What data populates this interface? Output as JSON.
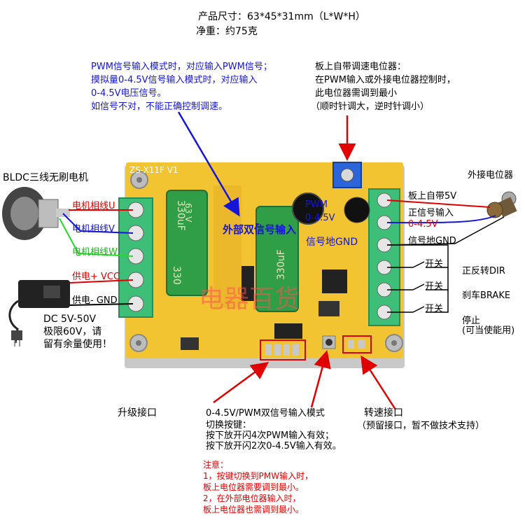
{
  "header": {
    "size_line": "产品尺寸：63*45*31mm（L*W*H）",
    "weight_line": "净重：约75克"
  },
  "pwm_note": [
    "PWM信号输入模式时，对应输入PWM信号；",
    "摸拟量0-4.5V信号输入模式时，对应输入",
    "0-4.5V电压信号。",
    "如信号不对，不能正确控制调速。"
  ],
  "pot_note": [
    "板上自带调速电位器：",
    "在PWM输入或外接电位器控制时，",
    "此电位器需调到最小",
    "（顺时针调大，逆时针调小）"
  ],
  "motor_title": "BLDC三线无刷电机",
  "ext_pot_title": "外接电位器",
  "left_terminals": [
    {
      "label": "电机相线U",
      "color": "#e00000"
    },
    {
      "label": "电机相线V",
      "color": "#1515d8"
    },
    {
      "label": "电机相线W",
      "color": "#22b422"
    },
    {
      "label": "供电+ VCC",
      "color": "#e00000"
    },
    {
      "label": "供电- GND",
      "color": "#000000"
    }
  ],
  "power_note": [
    "DC 5V-50V",
    "极限60V，请",
    "留有余量使用！"
  ],
  "right_terminals": {
    "board_5v": "板上自带5V",
    "pos_signal": "正信号输入",
    "range": "0-4.5V",
    "signal_gnd": "信号地GND",
    "switch": "开关",
    "dir": "正反转DIR",
    "brake": "刹车BRAKE",
    "stop": "停止",
    "stop_note": "(可当使能用)"
  },
  "board": {
    "model": "ZS-X11F V1",
    "cap_text": "330uF",
    "cap_text2": "330",
    "cap_volt": "63 V",
    "ext_dual_input": "外部双信号输入",
    "pwm_label": "PWM",
    "range_label": "0-4.5V",
    "signal_gnd": "信号地GND",
    "watermark": "电器百货"
  },
  "bottom": {
    "upgrade": "升级接口",
    "mode_title": "0-4.5V/PWM双信号输入模式",
    "mode_lines": [
      "切换按键：",
      "按下放开闪4次PWM输入有效；",
      "按下放开闪2次0-4.5V输入有效。"
    ],
    "speed_title": "转速接口",
    "speed_note": "（预留接口，暂不做技术支持）"
  },
  "notice": {
    "title": "注意：",
    "lines": [
      "1，按键切换到PMW输入时，",
      "板上电位器需要调到最小。",
      "2，在外部电位器输入时，",
      "板上电位器也需调到最小。"
    ]
  }
}
